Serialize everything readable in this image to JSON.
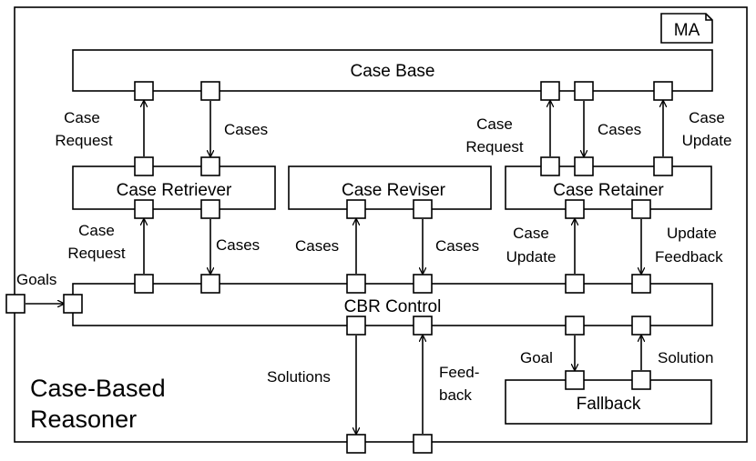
{
  "corner_tag": "MA",
  "outer_label": [
    "Case-Based",
    "Reasoner"
  ],
  "components": {
    "case_base": "Case Base",
    "case_retriever": "Case Retriever",
    "case_reviser": "Case Reviser",
    "case_retainer": "Case Retainer",
    "cbr_control": "CBR Control",
    "fallback": "Fallback"
  },
  "labels": {
    "goals": "Goals",
    "case_request_top": [
      "Case",
      "Request"
    ],
    "cases_top_left": "Cases",
    "case_request_top_right": [
      "Case",
      "Request"
    ],
    "cases_top_right": "Cases",
    "case_update_top": [
      "Case",
      "Update"
    ],
    "case_request_mid": [
      "Case",
      "Request"
    ],
    "cases_mid_left": "Cases",
    "cases_reviser_up": "Cases",
    "cases_reviser_down": "Cases",
    "case_update_mid": [
      "Case",
      "Update"
    ],
    "update_feedback": [
      "Update",
      "Feedback"
    ],
    "solutions": "Solutions",
    "feedback": [
      "Feed-",
      "back"
    ],
    "goal": "Goal",
    "solution": "Solution"
  }
}
